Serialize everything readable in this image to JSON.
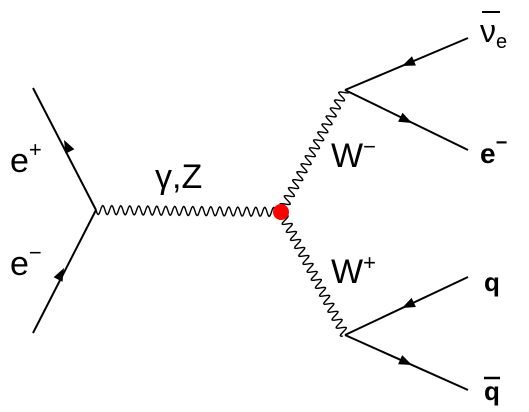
{
  "diagram": {
    "labels": {
      "e_plus": {
        "base": "e",
        "sup": "+"
      },
      "e_minus": {
        "base": "e",
        "sup": "−"
      },
      "propagator": "γ,Z",
      "w_minus": {
        "base": "W",
        "sup": "−"
      },
      "w_plus": {
        "base": "W",
        "sup": "+"
      },
      "nu_e": {
        "base": "ν",
        "sub": "e"
      },
      "electron_out": {
        "base": "e",
        "sup": "−"
      },
      "quark": "q",
      "antiquark": "q"
    },
    "colors": {
      "vertex": "#ff0000",
      "lines": "#000000"
    }
  }
}
